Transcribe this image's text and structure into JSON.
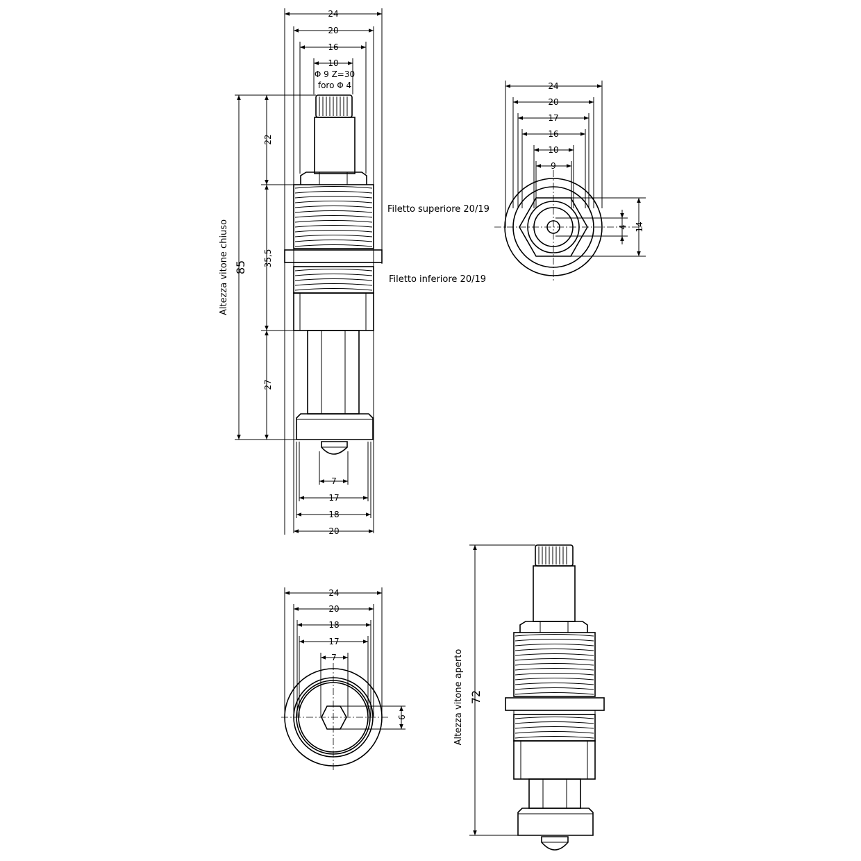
{
  "main_view": {
    "note_line1": "Φ 9  Z=30",
    "note_line2": "foro Φ 4",
    "dims_top": [
      "24",
      "20",
      "16",
      "10"
    ],
    "dim_22": "22",
    "dim_35_5": "35,5",
    "dim_27": "27",
    "dim_85": "85",
    "label_closed": "Altezza vitone chiuso",
    "label_upper_thread": "Filetto superiore 20/19",
    "label_lower_thread": "Filetto inferiore 20/19",
    "dims_bottom": [
      "7",
      "17",
      "18",
      "20"
    ]
  },
  "top_view": {
    "dims": [
      "24",
      "20",
      "17",
      "16",
      "10",
      "9"
    ],
    "dim_4": "4",
    "dim_14": "14"
  },
  "bottom_view": {
    "dims": [
      "24",
      "20",
      "18",
      "17",
      "7"
    ],
    "dim_6": "6"
  },
  "open_view": {
    "dim_72": "72",
    "label_open": "Altezza vitone aperto"
  }
}
